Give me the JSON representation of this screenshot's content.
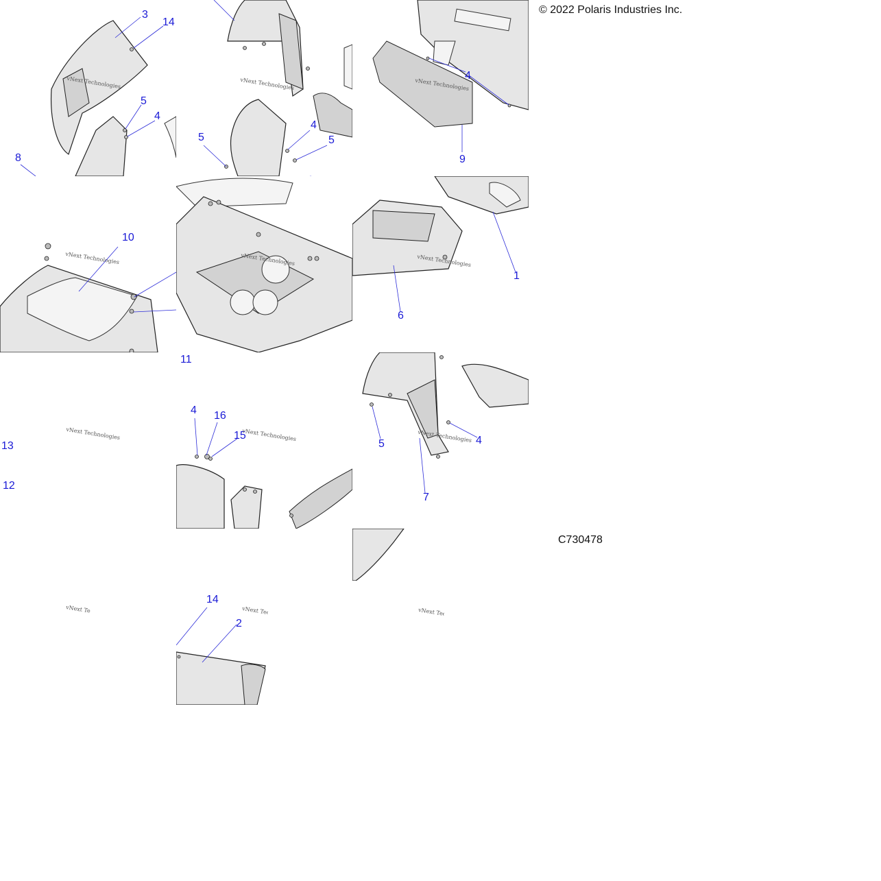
{
  "copyright": "© 2022 Polaris Industries Inc.",
  "figure_code": "C730478",
  "watermark": "vNext Technologies",
  "callouts": {
    "c3": "3",
    "c14a": "14",
    "c5a": "5",
    "c4a": "4",
    "c8": "8",
    "c5b": "5",
    "c4b": "4",
    "c5c": "5",
    "c4c": "4",
    "c9": "9",
    "c10": "10",
    "c11": "11",
    "c1": "1",
    "c6": "6",
    "c13": "13",
    "c12": "12",
    "c4d": "4",
    "c16": "16",
    "c15": "15",
    "c5d": "5",
    "c4e": "4",
    "c7": "7",
    "c14b": "14",
    "c2": "2"
  },
  "colors": {
    "callout": "#1a1ad6",
    "leader": "#2b2bd8",
    "part_fill": "#e6e6e6",
    "outline": "#222222"
  }
}
